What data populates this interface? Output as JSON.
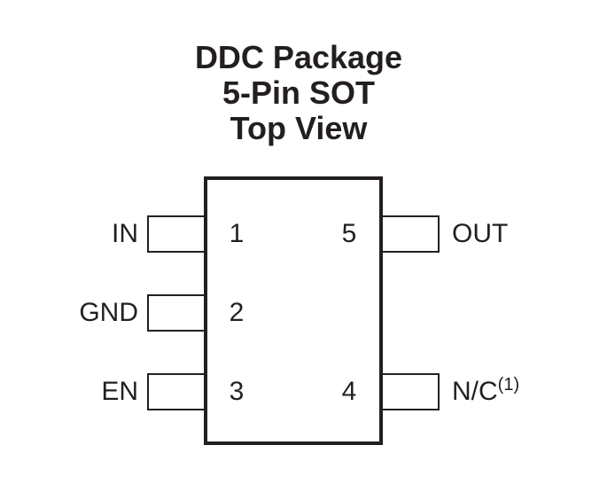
{
  "colors": {
    "ink": "#231f20",
    "background": "#ffffff"
  },
  "title": {
    "lines": [
      "DDC Package",
      "5-Pin SOT",
      "Top View"
    ]
  },
  "pins": {
    "left": [
      {
        "number": "1",
        "label": "IN"
      },
      {
        "number": "2",
        "label": "GND"
      },
      {
        "number": "3",
        "label": "EN"
      }
    ],
    "right": [
      {
        "number": "5",
        "label": "OUT"
      },
      {
        "number": "4",
        "label": "N/C",
        "note": "(1)"
      }
    ]
  }
}
